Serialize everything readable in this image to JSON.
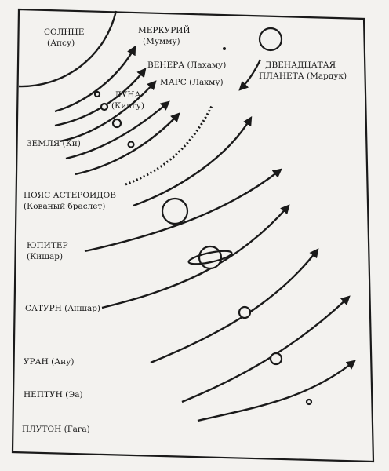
{
  "labels": {
    "sun": [
      "СОЛНЦЕ",
      "(Апсу)"
    ],
    "mercury": [
      "МЕРКУРИЙ",
      "(Мумму)"
    ],
    "venus": [
      "ВЕНЕРА (Лахаму)"
    ],
    "mars": [
      "МАРС (Лахму)"
    ],
    "moon": [
      "ЛУНА",
      "(Кингу)"
    ],
    "earth": [
      "ЗЕМЛЯ (Ки)"
    ],
    "twelfth": [
      "ДВЕНАДЦАТАЯ",
      "ПЛАНЕТА (Мардук)"
    ],
    "asteroid_belt": [
      "ПОЯС АСТЕРОИДОВ",
      "(Кованый браслет)"
    ],
    "jupiter": [
      "ЮПИТЕР",
      "(Кишар)"
    ],
    "saturn": [
      "САТУРН (Аншар)"
    ],
    "uranus": [
      "УРАН (Ану)"
    ],
    "neptune": [
      "НЕПТУН (Эа)"
    ],
    "pluto": [
      "ПЛУТОН (Гага)"
    ]
  },
  "colors": {
    "ink": "#1a1a1a",
    "paper": "#f3f2ef"
  }
}
